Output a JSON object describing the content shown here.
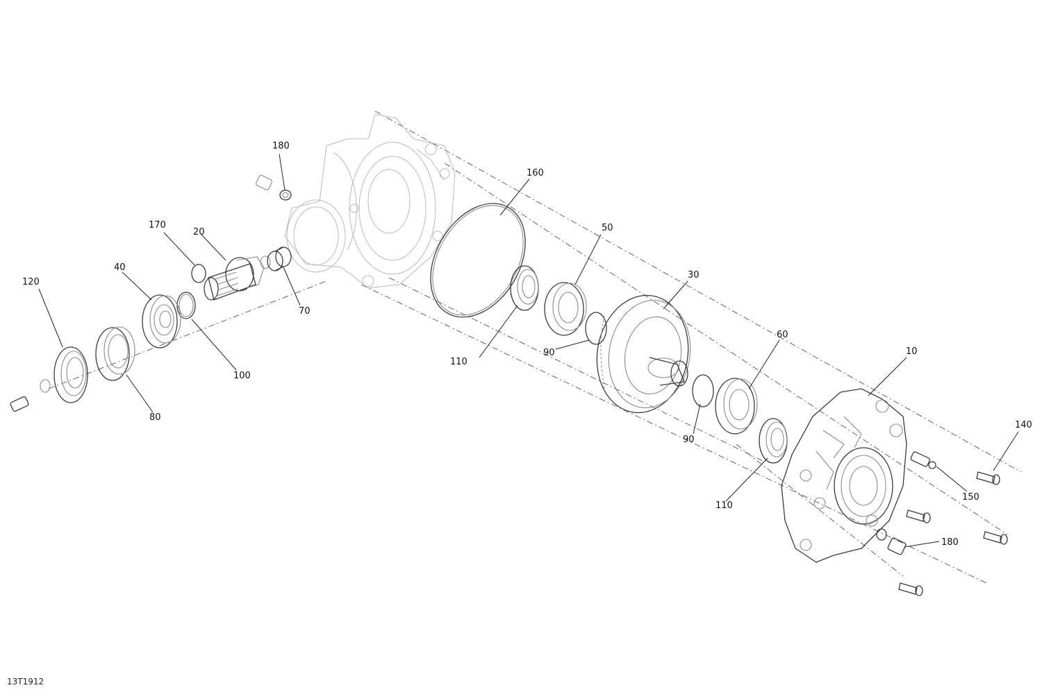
{
  "drawing_code": "13T1912",
  "callouts": {
    "c10": "10",
    "c20": "20",
    "c30": "30",
    "c40": "40",
    "c50": "50",
    "c60": "60",
    "c70": "70",
    "c80": "80",
    "c90a": "90",
    "c90b": "90",
    "c100": "100",
    "c110a": "110",
    "c110b": "110",
    "c120": "120",
    "c140": "140",
    "c150": "150",
    "c160": "160",
    "c170": "170",
    "c180a": "180",
    "c180b": "180"
  }
}
